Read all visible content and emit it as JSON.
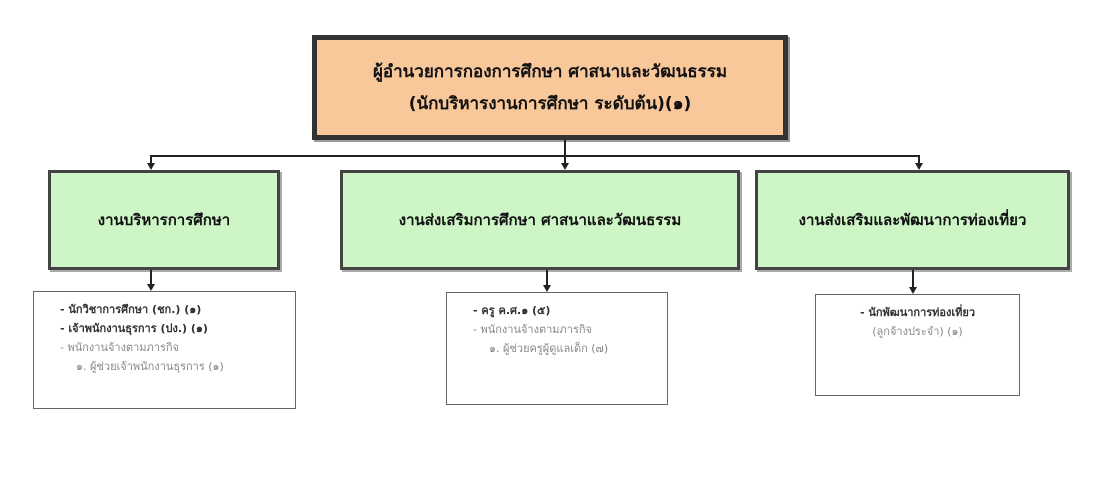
{
  "director": {
    "title": "ผู้อำนวยการกองการศึกษา ศาสนาและวัฒนธรรม",
    "subtitle": "(นักบริหารงานการศึกษา ระดับต้น)(๑)"
  },
  "units": [
    {
      "name": "งานบริหารการศึกษา",
      "staff": [
        "- นักวิชาการศึกษา (ชก.) (๑)",
        "- เจ้าพนักงานธุรการ (ปง.) (๑)",
        "- พนักงานจ้างตามภารกิจ",
        "๑. ผู้ช่วยเจ้าพนักงานธุรการ (๑)"
      ]
    },
    {
      "name": "งานส่งเสริมการศึกษา ศาสนาและวัฒนธรรม",
      "staff": [
        "- ครู  ค.ศ.๑ (๕)",
        "- พนักงานจ้างตามภารกิจ",
        "๑. ผู้ช่วยครูผู้ดูแลเด็ก (๗)"
      ]
    },
    {
      "name": "งานส่งเสริมและพัฒนาการท่องเที่ยว",
      "staff": [
        "- นักพัฒนาการท่องเที่ยว",
        "(ลูกจ้างประจำ) (๑)"
      ]
    }
  ]
}
